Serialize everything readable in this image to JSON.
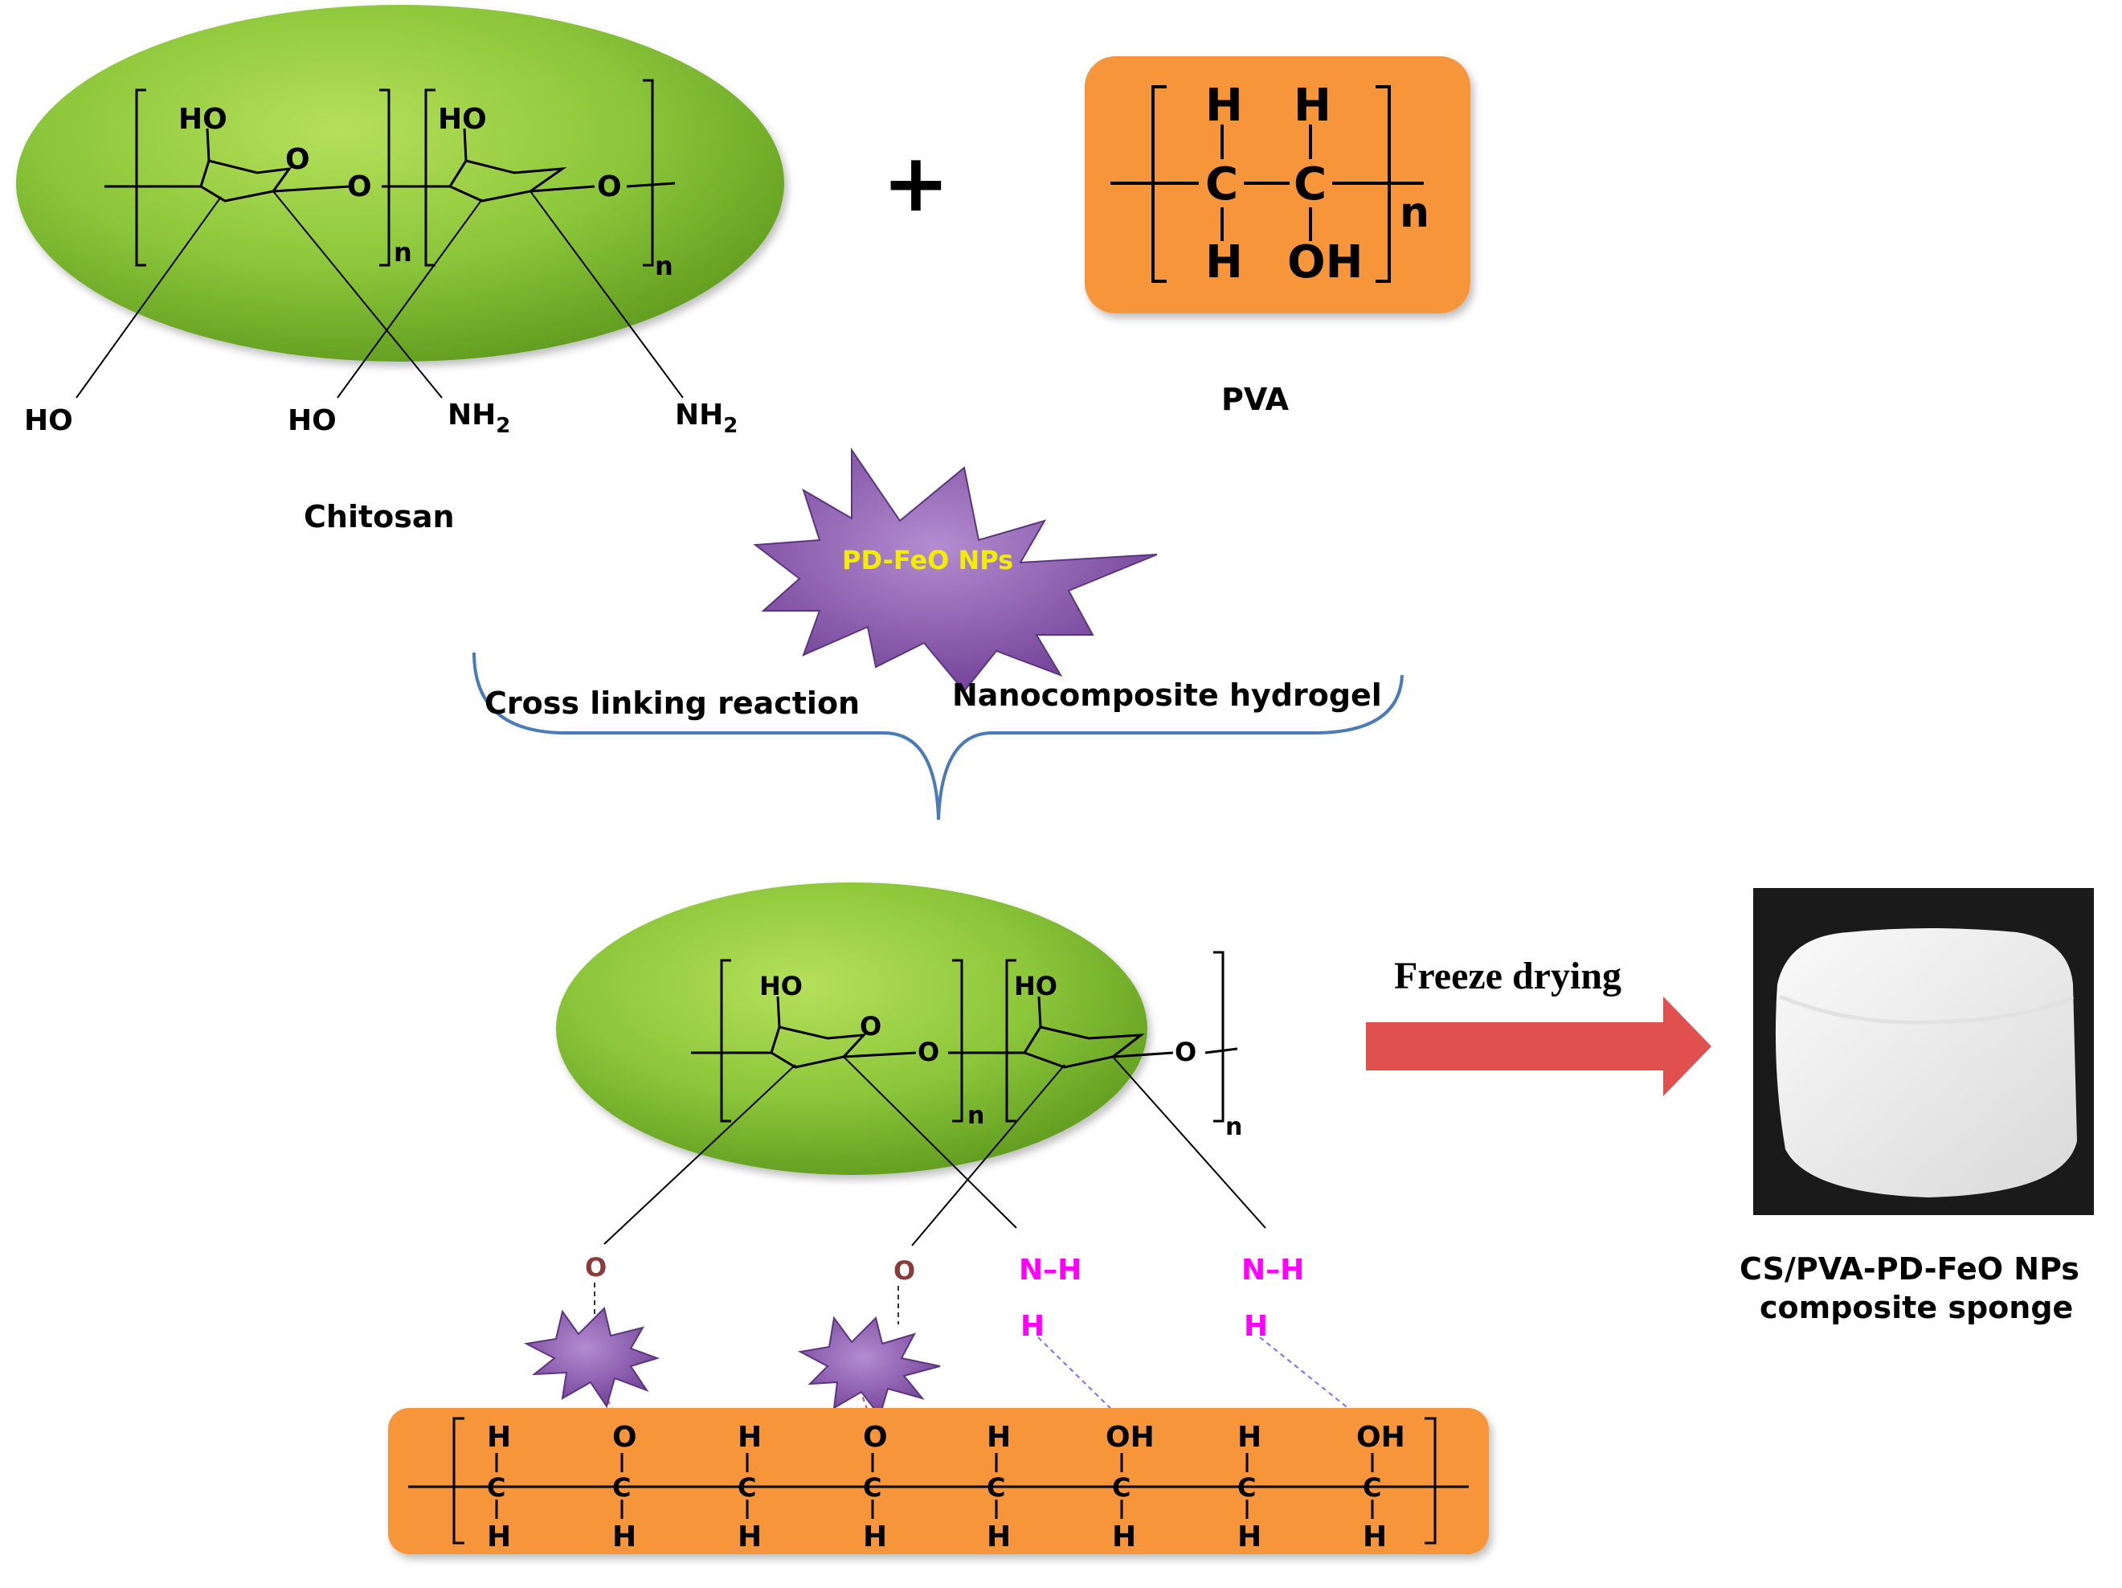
{
  "chitosan": {
    "name": "Chitosan",
    "ring_oh": "HO",
    "ring_o": "O",
    "link_o": "O",
    "repeat": "n",
    "sub_ho": "HO",
    "sub_nh2": "NH",
    "sub_2": "2",
    "color": "#7cbb2a"
  },
  "plus": "+",
  "pva": {
    "name": "PVA",
    "h": "H",
    "c": "C",
    "oh": "OH",
    "repeat": "n",
    "color": "#f7953a"
  },
  "nanoparticle": {
    "label": "PD-FeO NPs",
    "color": "#8a5aa8",
    "label_color": "#f2ee00"
  },
  "brace": {
    "left_text": "Cross linking reaction",
    "right_text": "Nanocomposite hydrogel",
    "color": "#4a7bb7"
  },
  "arrow": {
    "label": "Freeze drying",
    "color": "#e0504f"
  },
  "product": {
    "line1": "CS/PVA-PD-FeO NPs",
    "line2": "composite sponge"
  },
  "bonds": {
    "o": "O",
    "n": "N",
    "h": "H",
    "dash": "–",
    "o_color": "#8b3a3a",
    "nh_color": "#ff00ff"
  },
  "chain": {
    "h": "H",
    "c": "C",
    "o": "O",
    "oh": "OH"
  }
}
